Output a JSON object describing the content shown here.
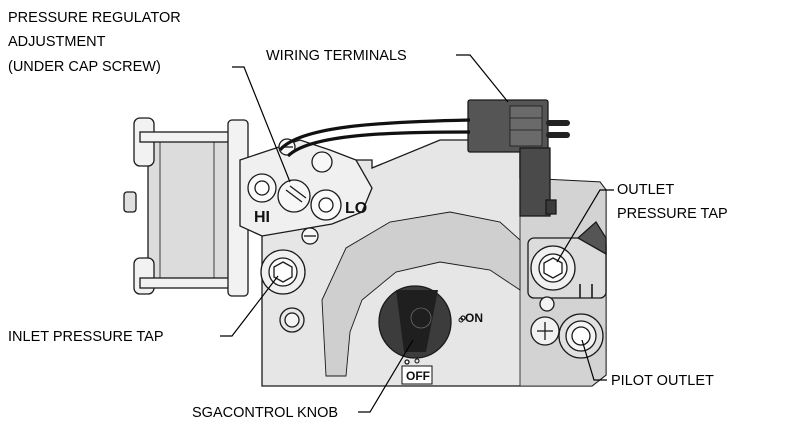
{
  "callouts": {
    "pressure_regulator": [
      "PRESSURE REGULATOR",
      "ADJUSTMENT",
      "(UNDER CAP SCREW)"
    ],
    "wiring_terminals": "WIRING TERMINALS",
    "outlet_pressure_tap": [
      "OUTLET",
      "PRESSURE TAP"
    ],
    "inlet_pressure_tap": "INLET PRESSURE TAP",
    "pilot_outlet": "PILOT OUTLET",
    "control_knob": "SGACONTROL KNOB"
  },
  "markings": {
    "hi": "HI",
    "lo": "LO",
    "on": "ON",
    "off": "OFF"
  },
  "colors": {
    "body": "#e6e6e6",
    "body_shadow": "#cfcfcf",
    "metal": "#f2f2f2",
    "knob": "#3c3c3c",
    "connector": "#555555",
    "outline": "#1a1a1a"
  }
}
